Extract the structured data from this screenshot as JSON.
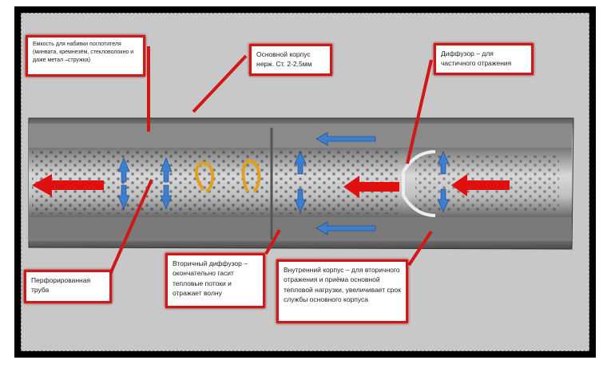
{
  "labels": {
    "absorber_cavity": "Емкость для набивки поглотителя (минвата, кремнезём, стекловолокно и даже метал –стружка)",
    "main_body": "Основной корпус нерж. Ст. 2-2,5мм",
    "diffuser": "Диффузор – для частичного отражения",
    "perforated_pipe": "Перфорированная труба",
    "secondary_diffuser": "Вторичный диффузор – окончательно гасит тепловые потоки и отражает волну",
    "inner_body": "Внутренний корпус – для вторичного отражения и приёма основной тепловой нагрузки, увеличивает срок службы основного корпуса"
  },
  "colors": {
    "label_border": "#d01818",
    "main_flow": "#e01010",
    "side_flow": "#3a7fd0",
    "swirl": "#e0a020"
  }
}
